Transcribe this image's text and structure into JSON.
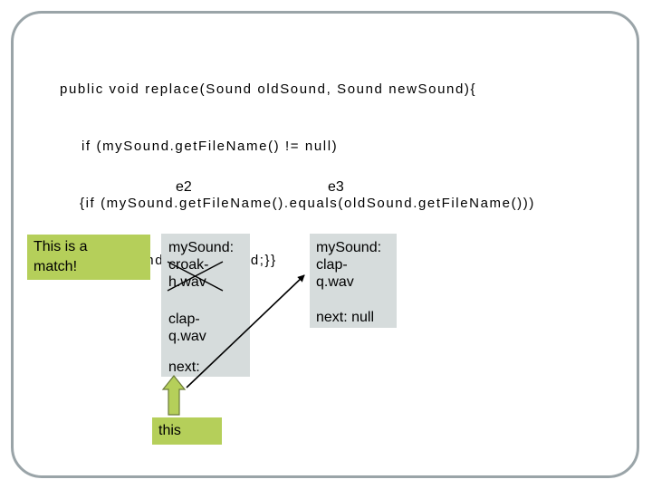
{
  "code": {
    "line1": "public void replace(Sound oldSound, Sound newSound){",
    "line2": "if (mySound.getFileName() != null)",
    "line3": "{if (mySound.getFileName().equals(oldSound.getFileName()))",
    "line4": "{mySound = newSound;}}"
  },
  "nodes": {
    "e2": {
      "label": "e2",
      "sound_field": "mySound:\ncroak-\nh.wav",
      "new_sound": "clap-\nq.wav",
      "next_field": "next:"
    },
    "e3": {
      "label": "e3",
      "sound_field": "mySound:\nclap-\nq.wav",
      "next_field": "next: null"
    }
  },
  "callout": {
    "match_text": "This is a\nmatch!",
    "this_label": "this"
  },
  "colors": {
    "node_fill": "#d6dcdc",
    "callout_fill": "#b5cf5a",
    "frame_border": "#9aa4a8"
  }
}
